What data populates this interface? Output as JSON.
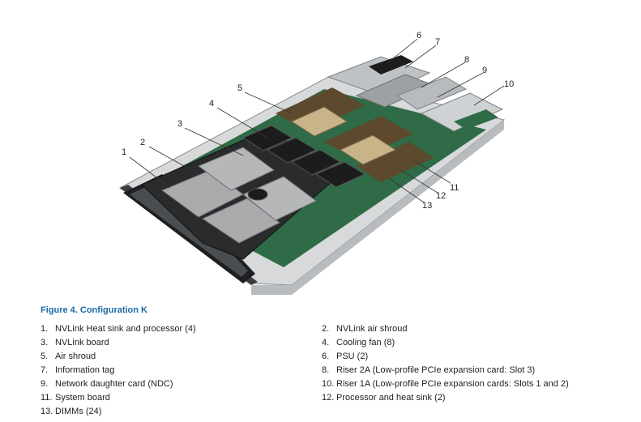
{
  "figure": {
    "callouts": [
      "1",
      "2",
      "3",
      "4",
      "5",
      "6",
      "7",
      "8",
      "9",
      "10",
      "11",
      "12",
      "13"
    ]
  },
  "caption": "Figure 4. Configuration K",
  "legend": {
    "left": [
      {
        "num": "1.",
        "text": "NVLink Heat sink and processor (4)"
      },
      {
        "num": "3.",
        "text": "NVLink board"
      },
      {
        "num": "5.",
        "text": "Air shroud"
      },
      {
        "num": "7.",
        "text": "Information tag"
      },
      {
        "num": "9.",
        "text": "Network daughter card (NDC)"
      },
      {
        "num": "11.",
        "text": "System board"
      },
      {
        "num": "13.",
        "text": "DIMMs (24)"
      }
    ],
    "right": [
      {
        "num": "2.",
        "text": "NVLink air shroud"
      },
      {
        "num": "4.",
        "text": "Cooling fan (8)"
      },
      {
        "num": "6.",
        "text": "PSU (2)"
      },
      {
        "num": "8.",
        "text": "Riser 2A (Low-profile PCIe expansion card: Slot 3)"
      },
      {
        "num": "10.",
        "text": "Riser 1A (Low-profile PCIe expansion cards: Slots 1 and 2)"
      },
      {
        "num": "12.",
        "text": "Processor and heat sink (2)"
      }
    ]
  }
}
